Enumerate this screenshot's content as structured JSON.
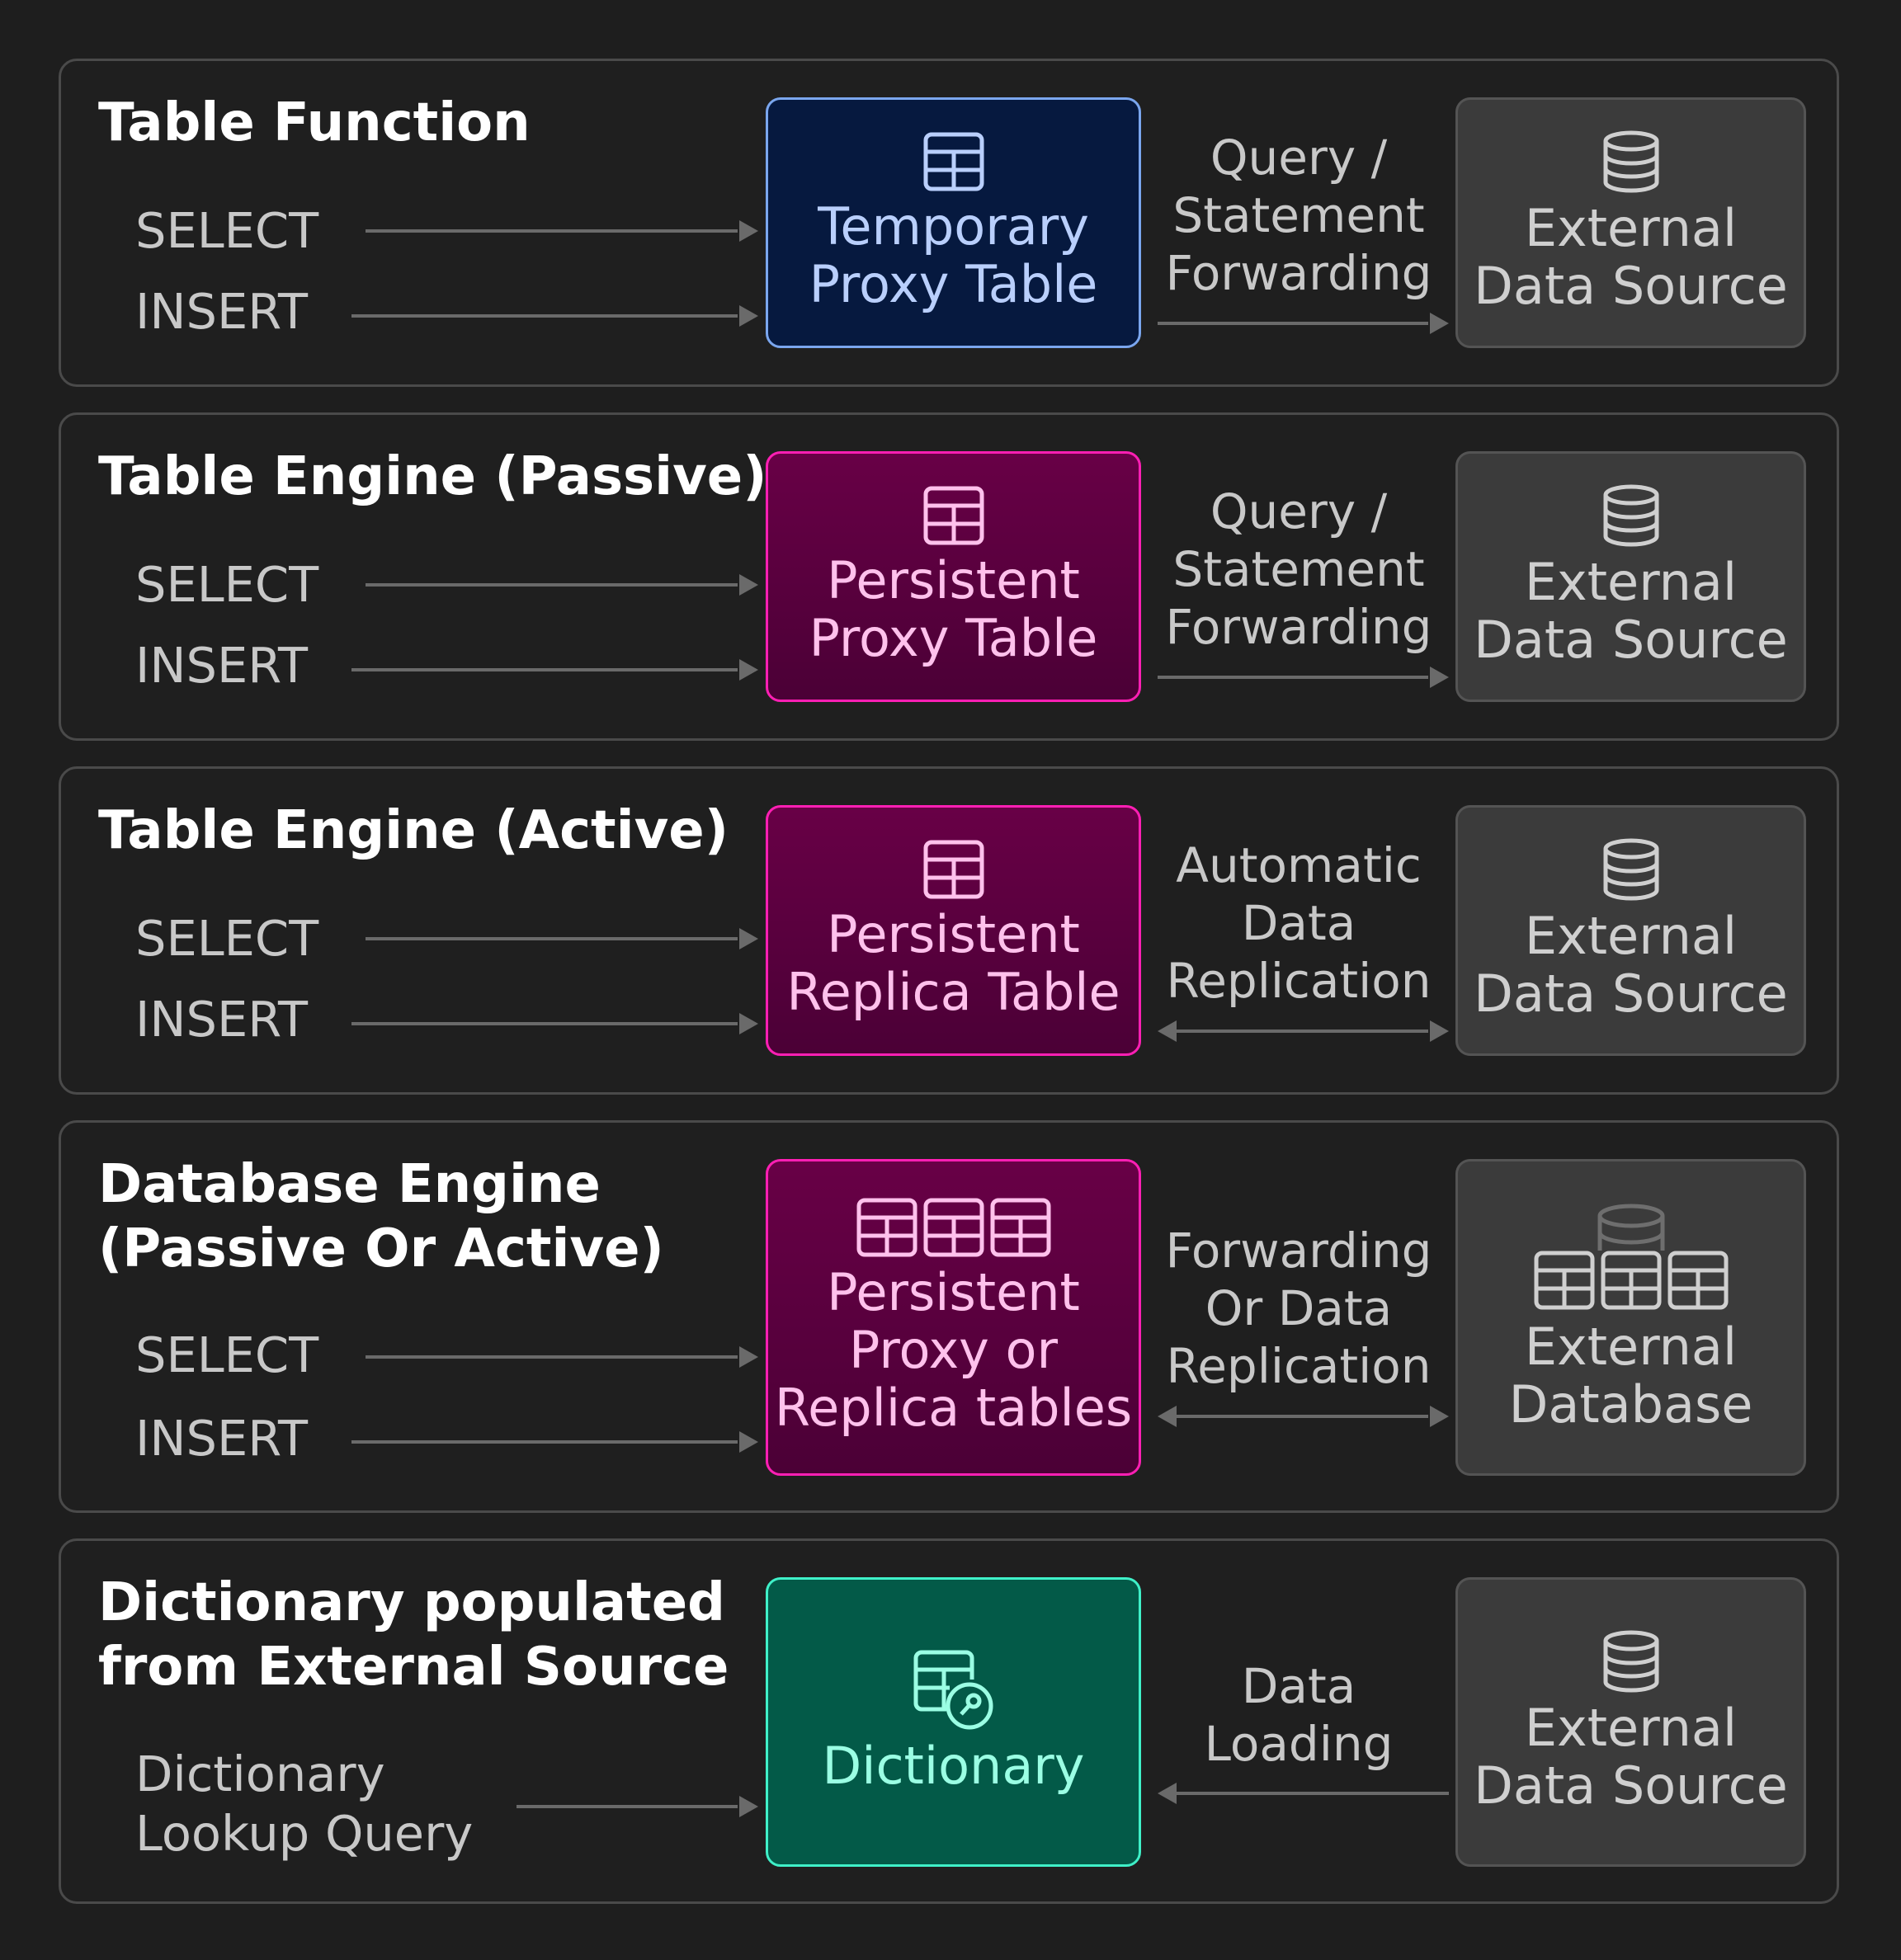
{
  "panels": [
    {
      "title": "Table Function",
      "ops": [
        "SELECT",
        "INSERT"
      ],
      "center_label": "Temporary\nProxy Table",
      "center_icon": "table-icon",
      "mid_label": "Query /\nStatement\nForwarding",
      "mid_arrow": "right",
      "ext_icon": "database-icon",
      "ext_label": "External\nData Source"
    },
    {
      "title": "Table Engine (Passive)",
      "ops": [
        "SELECT",
        "INSERT"
      ],
      "center_label": "Persistent\nProxy Table",
      "center_icon": "table-icon",
      "mid_label": "Query /\nStatement\nForwarding",
      "mid_arrow": "right",
      "ext_icon": "database-icon",
      "ext_label": "External\nData Source"
    },
    {
      "title": "Table Engine (Active)",
      "ops": [
        "SELECT",
        "INSERT"
      ],
      "center_label": "Persistent\nReplica Table",
      "center_icon": "table-icon",
      "mid_label": "Automatic\nData\nReplication",
      "mid_arrow": "both",
      "ext_icon": "database-icon",
      "ext_label": "External\nData Source"
    },
    {
      "title": "Database Engine\n(Passive Or Active)",
      "ops": [
        "SELECT",
        "INSERT"
      ],
      "center_label": "Persistent\nProxy or\nReplica tables",
      "center_icon": "multi-table-icon",
      "mid_label": "Forwarding\nOr Data\nReplication",
      "mid_arrow": "both",
      "ext_icon": "database-tables-icon",
      "ext_label": "External\nDatabase"
    },
    {
      "title": "Dictionary populated\nfrom External Source",
      "ops": [
        "Dictionary\nLookup Query"
      ],
      "center_label": "Dictionary",
      "center_icon": "dictionary-key-icon",
      "mid_label": "Data\nLoading",
      "mid_arrow": "left",
      "ext_icon": "database-icon",
      "ext_label": "External\nData Source"
    }
  ],
  "colors": {
    "background": "#1e1e1e",
    "temporary_accent": "#7aa6ee",
    "persistent_accent": "#ff1fb4",
    "dictionary_accent": "#3ff0c8",
    "external_box": "#3b3b3b",
    "arrow": "#6a6a6a"
  }
}
